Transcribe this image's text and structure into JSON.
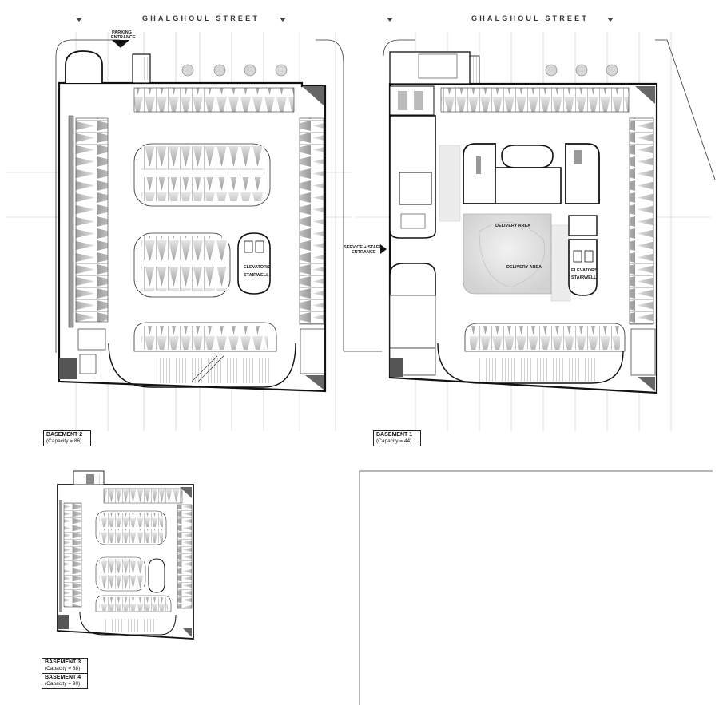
{
  "street_name": "GHALGHOUL STREET",
  "entrances": {
    "parking": [
      "PARKING",
      "ENTRANCE"
    ],
    "service": [
      "SERVICE + STAFF",
      "ENTRANCE"
    ]
  },
  "basements": {
    "b2": {
      "title": "BASEMENT 2",
      "capacity": "(Capacity = 86)"
    },
    "b1": {
      "title": "BASEMENT 1",
      "capacity": "(Capacity = 44)"
    },
    "b3": {
      "title": "BASEMENT 3",
      "capacity": "(Capacity = 88)"
    },
    "b4": {
      "title": "BASEMENT 4",
      "capacity": "(Capacity = 90)"
    }
  },
  "room_labels": {
    "delivery_area_1": "DELIVERY AREA",
    "delivery_area_2": "DELIVERY AREA",
    "elevators_b2": "ELEVATORS",
    "stairwell_b2": "STAIRWELL",
    "elevators_b1": "ELEVATORS",
    "stairwell_b1": "STAIRWELL"
  },
  "colors": {
    "line": "#222222",
    "grid": "#bdbdbd",
    "stall": "#a8a8a8",
    "dark": "#555555",
    "tree": "#cfcfcf"
  }
}
